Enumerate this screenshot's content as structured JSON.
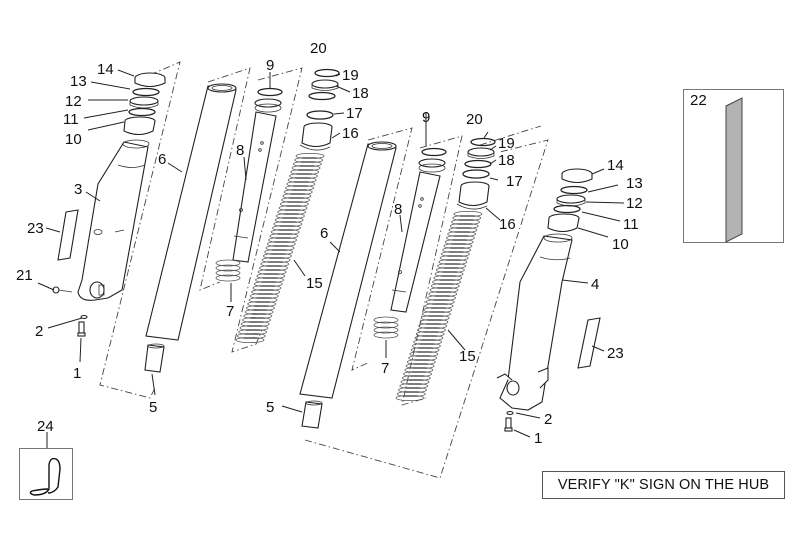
{
  "diagram": {
    "title": "Front fork exploded parts diagram",
    "callouts_left_fork": {
      "c14": "14",
      "c13": "13",
      "c12": "12",
      "c11": "11",
      "c10": "10",
      "c3": "3",
      "c23": "23",
      "c21": "21",
      "c2": "2",
      "c1": "1",
      "c6": "6",
      "c5": "5",
      "c9": "9",
      "c8": "8",
      "c7": "7",
      "c20": "20",
      "c19": "19",
      "c18": "18",
      "c17": "17",
      "c16": "16",
      "c15": "15"
    },
    "callouts_right_fork": {
      "c6": "6",
      "c5": "5",
      "c9": "9",
      "c8": "8",
      "c7": "7",
      "c20": "20",
      "c19": "19",
      "c18": "18",
      "c17": "17",
      "c16": "16",
      "c15": "15",
      "c14": "14",
      "c13": "13",
      "c12": "12",
      "c11": "11",
      "c10": "10",
      "c4": "4",
      "c23": "23",
      "c2": "2",
      "c1": "1"
    },
    "inset_22": {
      "label": "22",
      "part_color": "#b3b3b3"
    },
    "inset_24": {
      "label": "24"
    },
    "note": "VERIFY \"K\" SIGN ON THE HUB"
  }
}
